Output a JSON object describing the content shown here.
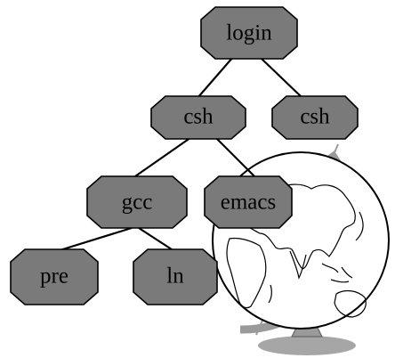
{
  "diagram": {
    "nodes": [
      {
        "id": "login",
        "label": "login"
      },
      {
        "id": "csh1",
        "label": "csh"
      },
      {
        "id": "csh2",
        "label": "csh"
      },
      {
        "id": "gcc",
        "label": "gcc"
      },
      {
        "id": "emacs",
        "label": "emacs"
      },
      {
        "id": "pre",
        "label": "pre"
      },
      {
        "id": "ln",
        "label": "ln"
      }
    ],
    "edges": [
      {
        "from": "login",
        "to": "csh1"
      },
      {
        "from": "login",
        "to": "csh2"
      },
      {
        "from": "csh1",
        "to": "gcc"
      },
      {
        "from": "csh1",
        "to": "emacs"
      },
      {
        "from": "gcc",
        "to": "pre"
      },
      {
        "from": "gcc",
        "to": "ln"
      }
    ],
    "illustration": {
      "icon": "globe-icon"
    },
    "colors": {
      "node_fill": "#7a7a7a",
      "globe_stand": "#9a9a9a",
      "globe_shadow": "#a6a6a6"
    }
  }
}
